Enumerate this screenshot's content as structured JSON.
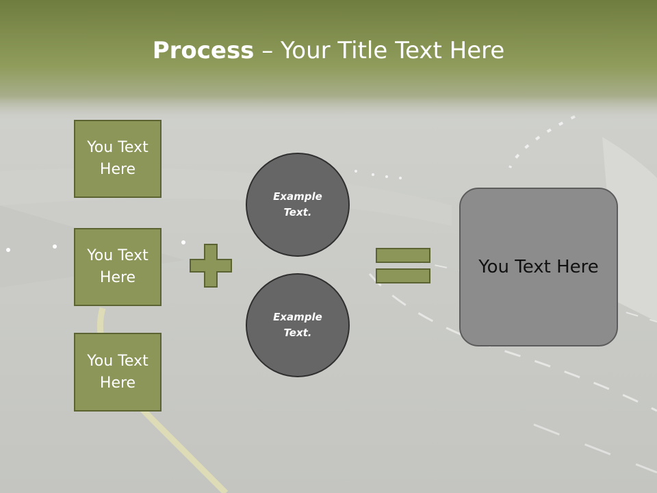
{
  "title": {
    "bold": "Process",
    "rest": " – Your Title Text Here"
  },
  "left_boxes": [
    "You Text Here",
    "You Text Here",
    "You Text Here"
  ],
  "circles": [
    "Example Text.",
    "Example Text."
  ],
  "result_box": "You Text Here",
  "colors": {
    "header_green": "#8d9b58",
    "box_fill": "#8d9659",
    "box_border": "#5c6333",
    "circle_fill": "#666666",
    "result_fill": "#8c8c8c"
  }
}
